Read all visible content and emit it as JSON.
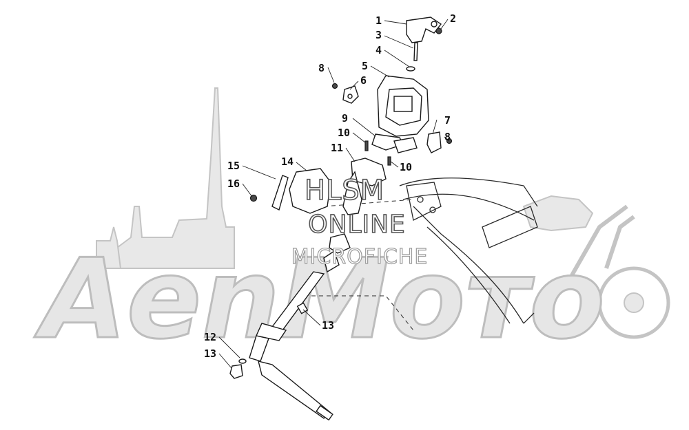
{
  "watermark": {
    "brand": "АenМото",
    "line1": "HLSM",
    "line2": "ONLINE",
    "line3": "MICROFICHE"
  },
  "callouts": [
    {
      "id": "c1",
      "label": "1"
    },
    {
      "id": "c2",
      "label": "2"
    },
    {
      "id": "c3",
      "label": "3"
    },
    {
      "id": "c4",
      "label": "4"
    },
    {
      "id": "c5",
      "label": "5"
    },
    {
      "id": "c6",
      "label": "6"
    },
    {
      "id": "c7",
      "label": "7"
    },
    {
      "id": "c8a",
      "label": "8"
    },
    {
      "id": "c8b",
      "label": "8"
    },
    {
      "id": "c9",
      "label": "9"
    },
    {
      "id": "c10a",
      "label": "10"
    },
    {
      "id": "c10b",
      "label": "10"
    },
    {
      "id": "c11",
      "label": "11"
    },
    {
      "id": "c12",
      "label": "12"
    },
    {
      "id": "c13a",
      "label": "13"
    },
    {
      "id": "c13b",
      "label": "13"
    },
    {
      "id": "c14",
      "label": "14"
    },
    {
      "id": "c15",
      "label": "15"
    },
    {
      "id": "c16",
      "label": "16"
    }
  ]
}
